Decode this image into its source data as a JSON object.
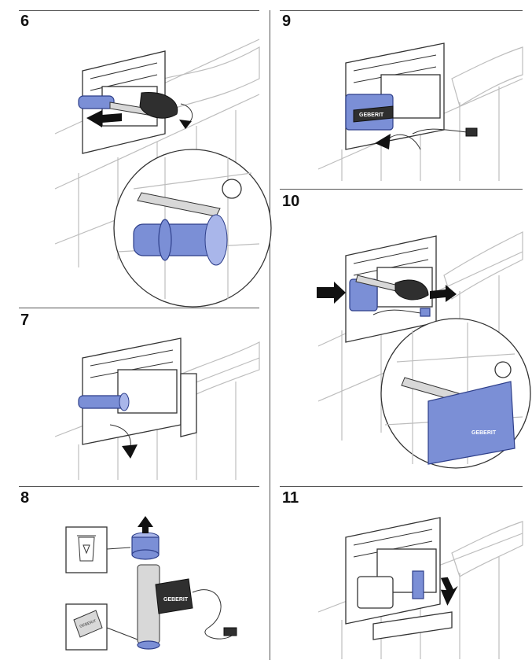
{
  "steps": [
    {
      "number": "6"
    },
    {
      "number": "7"
    },
    {
      "number": "8"
    },
    {
      "number": "9"
    },
    {
      "number": "10"
    },
    {
      "number": "11"
    }
  ],
  "brand": {
    "logo_text": "GEBERIT"
  },
  "colors": {
    "accent_blue": "#7b8fd6",
    "line": "#333333",
    "wall": "#bdbdbd"
  },
  "icons": [
    "recycle-bin-icon",
    "instruction-card-icon",
    "arrow-icon",
    "rotate-arrow-icon",
    "screwdriver-icon"
  ]
}
